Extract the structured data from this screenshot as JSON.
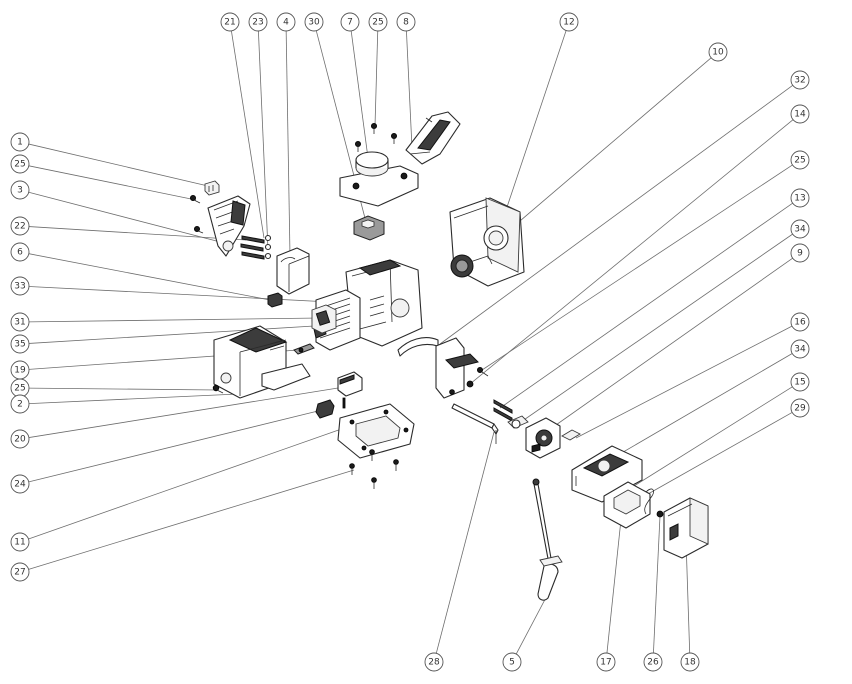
{
  "callouts": [
    {
      "id": "c01",
      "label": "1"
    },
    {
      "id": "c02",
      "label": "25"
    },
    {
      "id": "c03",
      "label": "3"
    },
    {
      "id": "c04",
      "label": "22"
    },
    {
      "id": "c05",
      "label": "6"
    },
    {
      "id": "c06",
      "label": "33"
    },
    {
      "id": "c07",
      "label": "31"
    },
    {
      "id": "c08",
      "label": "35"
    },
    {
      "id": "c09",
      "label": "19"
    },
    {
      "id": "c10",
      "label": "25"
    },
    {
      "id": "c11",
      "label": "2"
    },
    {
      "id": "c12",
      "label": "20"
    },
    {
      "id": "c13",
      "label": "24"
    },
    {
      "id": "c14",
      "label": "11"
    },
    {
      "id": "c15",
      "label": "27"
    },
    {
      "id": "c16",
      "label": "21"
    },
    {
      "id": "c17",
      "label": "23"
    },
    {
      "id": "c18",
      "label": "4"
    },
    {
      "id": "c19",
      "label": "30"
    },
    {
      "id": "c20",
      "label": "7"
    },
    {
      "id": "c21",
      "label": "25"
    },
    {
      "id": "c22",
      "label": "8"
    },
    {
      "id": "c23",
      "label": "12"
    },
    {
      "id": "c24",
      "label": "10"
    },
    {
      "id": "c25",
      "label": "32"
    },
    {
      "id": "c26",
      "label": "14"
    },
    {
      "id": "c27",
      "label": "25"
    },
    {
      "id": "c28",
      "label": "13"
    },
    {
      "id": "c29",
      "label": "34"
    },
    {
      "id": "c30",
      "label": "9"
    },
    {
      "id": "c31",
      "label": "16"
    },
    {
      "id": "c32",
      "label": "34"
    },
    {
      "id": "c33",
      "label": "15"
    },
    {
      "id": "c34",
      "label": "29"
    },
    {
      "id": "c35",
      "label": "28"
    },
    {
      "id": "c36",
      "label": "5"
    },
    {
      "id": "c37",
      "label": "17"
    },
    {
      "id": "c38",
      "label": "26"
    },
    {
      "id": "c39",
      "label": "18"
    }
  ]
}
